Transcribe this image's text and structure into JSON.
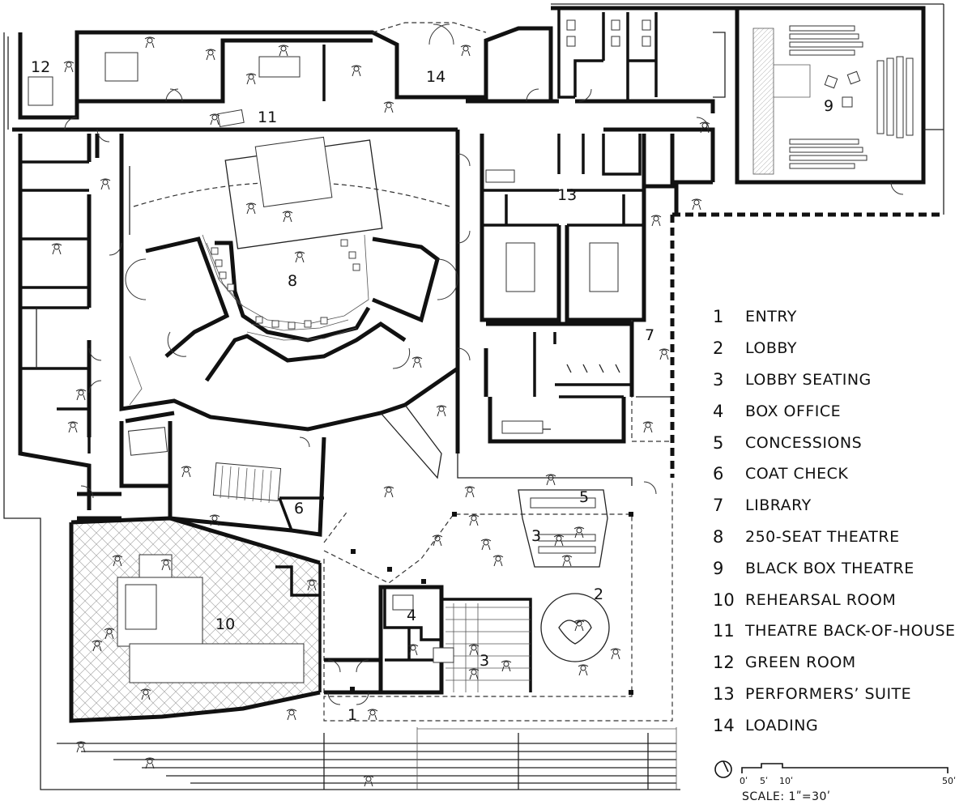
{
  "rooms": {
    "r1": "1",
    "r2": "2",
    "r3a": "3",
    "r3b": "3",
    "r4": "4",
    "r5": "5",
    "r6": "6",
    "r7": "7",
    "r8": "8",
    "r9": "9",
    "r10": "10",
    "r11": "11",
    "r12": "12",
    "r13": "13",
    "r14": "14"
  },
  "legend": [
    {
      "num": "1",
      "label": "ENTRY"
    },
    {
      "num": "2",
      "label": "LOBBY"
    },
    {
      "num": "3",
      "label": "LOBBY SEATING"
    },
    {
      "num": "4",
      "label": "BOX OFFICE"
    },
    {
      "num": "5",
      "label": "CONCESSIONS"
    },
    {
      "num": "6",
      "label": "COAT CHECK"
    },
    {
      "num": "7",
      "label": "LIBRARY"
    },
    {
      "num": "8",
      "label": "250-SEAT THEATRE"
    },
    {
      "num": "9",
      "label": "BLACK BOX THEATRE"
    },
    {
      "num": "10",
      "label": "REHEARSAL ROOM"
    },
    {
      "num": "11",
      "label": "THEATRE BACK-OF-HOUSE"
    },
    {
      "num": "12",
      "label": "GREEN ROOM"
    },
    {
      "num": "13",
      "label": "PERFORMERS’ SUITE"
    },
    {
      "num": "14",
      "label": "LOADING"
    }
  ],
  "scale": {
    "ticks": [
      "0ʹ",
      "5ʹ",
      "10ʹ",
      "50ʹ"
    ],
    "note": "SCALE: 1ʺ=30ʹ",
    "icon": "north-arrow-icon"
  }
}
